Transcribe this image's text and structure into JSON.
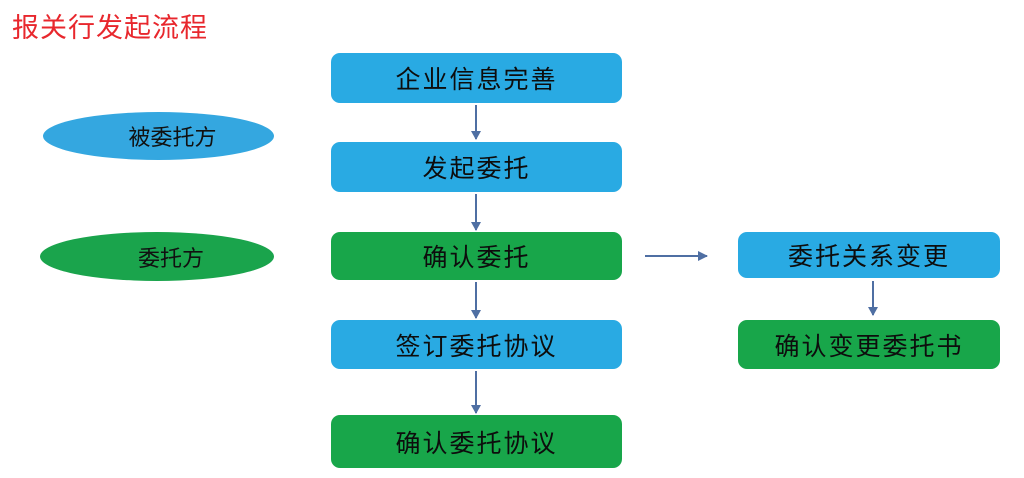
{
  "diagram": {
    "title": "报关行发起流程",
    "title_color": "#e8272d",
    "palette": {
      "blue": "#29aae3",
      "green": "#18a64a",
      "arrow": "#4f6fa3",
      "background": "#ffffff"
    }
  },
  "legend": {
    "items": [
      {
        "label": "被委托方",
        "color": "#34a7e0",
        "shape": "ellipse"
      },
      {
        "label": "委托方",
        "color": "#1aa44c",
        "shape": "ellipse"
      }
    ]
  },
  "main_flow": {
    "nodes": [
      {
        "label": "企业信息完善",
        "role": "被委托方",
        "color": "blue"
      },
      {
        "label": "发起委托",
        "role": "被委托方",
        "color": "blue"
      },
      {
        "label": "确认委托",
        "role": "委托方",
        "color": "green"
      },
      {
        "label": "签订委托协议",
        "role": "被委托方",
        "color": "blue"
      },
      {
        "label": "确认委托协议",
        "role": "委托方",
        "color": "green"
      }
    ]
  },
  "branch_flow": {
    "nodes": [
      {
        "label": "委托关系变更",
        "role": "被委托方",
        "color": "blue"
      },
      {
        "label": "确认变更委托书",
        "role": "委托方",
        "color": "green"
      }
    ]
  }
}
